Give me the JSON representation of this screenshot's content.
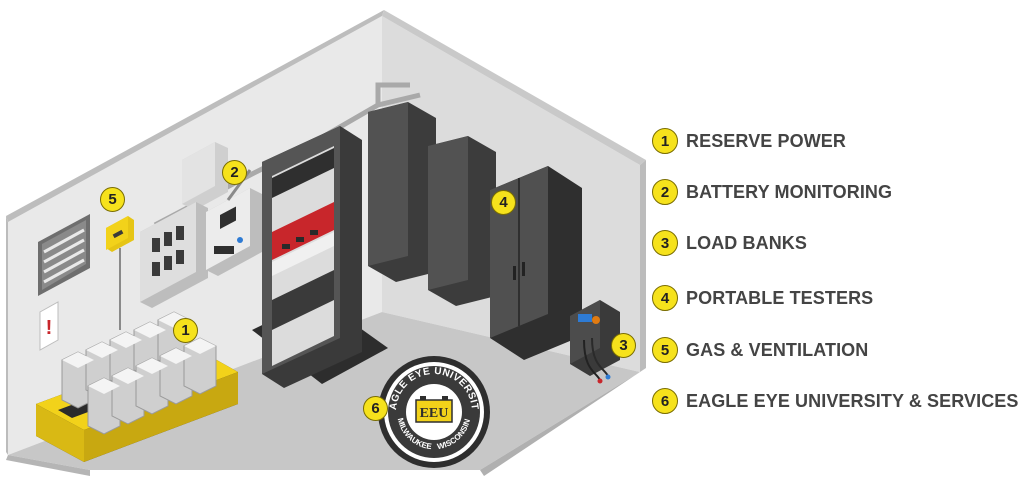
{
  "legend": {
    "items": [
      {
        "number": "1",
        "label": "RESERVE POWER"
      },
      {
        "number": "2",
        "label": "BATTERY MONITORING"
      },
      {
        "number": "3",
        "label": "LOAD BANKS"
      },
      {
        "number": "4",
        "label": "PORTABLE TESTERS"
      },
      {
        "number": "5",
        "label": "GAS & VENTILATION"
      },
      {
        "number": "6",
        "label": "EAGLE EYE UNIVERSITY & SERVICES"
      }
    ]
  },
  "room_markers": {
    "reserve_power": "1",
    "battery_monitoring": "2",
    "load_banks": "3",
    "portable_testers": "4",
    "gas_ventilation": "5",
    "university": "6"
  },
  "logo": {
    "top_text": "EAGLE EYE UNIVERSITY",
    "center_text": "EEU",
    "bottom_left": "MILWAUKEE",
    "bottom_right": "WISCONSIN"
  },
  "sign_text": "!",
  "colors": {
    "badge_fill": "#f6e21c",
    "wall_light": "#e9e9e9",
    "wall_shadow": "#d6d6d6",
    "floor": "#c6c6c6",
    "cabinet_dark": "#3e3e3e",
    "accent_red": "#c8262b",
    "caution_yellow": "#f2d21a",
    "label_text": "#444444"
  },
  "icons": {
    "marker": "numbered-yellow-circle",
    "warning_sign": "exclamation-sign",
    "vent": "louvered-vent-icon"
  }
}
